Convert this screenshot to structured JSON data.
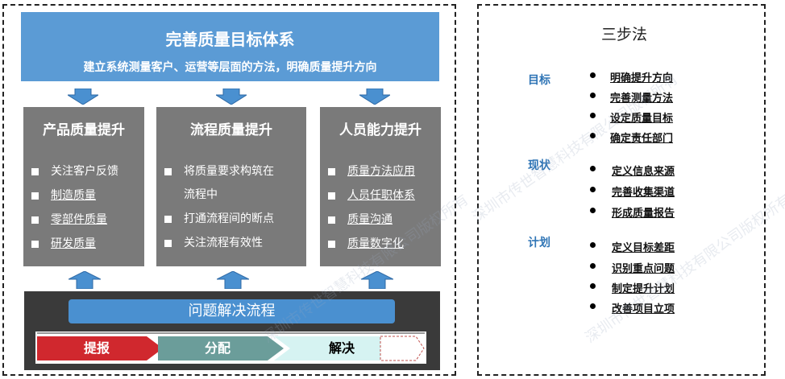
{
  "banner": {
    "title": "完善质量目标体系",
    "subtitle": "建立系统测量客户、运营等层面的方法，明确质量提升方向"
  },
  "columns": [
    {
      "title": "产品质量提升",
      "items": [
        {
          "text": "关注客户反馈",
          "underline": false
        },
        {
          "text": "制造质量",
          "underline": true
        },
        {
          "text": "零部件质量",
          "underline": true
        },
        {
          "text": "研发质量",
          "underline": true
        }
      ]
    },
    {
      "title": "流程质量提升",
      "items": [
        {
          "text": "将质量要求构筑在",
          "line2": "流程中",
          "underline": false
        },
        {
          "text": "打通流程间的断点",
          "underline": false
        },
        {
          "text": "关注流程有效性",
          "underline": false
        }
      ]
    },
    {
      "title": "人员能力提升",
      "items": [
        {
          "text": "质量方法应用",
          "underline": true
        },
        {
          "text": "人员任职体系",
          "underline": true
        },
        {
          "text": "质量沟通",
          "underline": true
        },
        {
          "text": "质量数字化",
          "underline": true
        }
      ]
    }
  ],
  "process": {
    "title": "问题解决流程",
    "steps": [
      {
        "label": "提报",
        "color": "#d0282e",
        "text_color": "#ffffff"
      },
      {
        "label": "分配",
        "color": "#6b9d9a",
        "text_color": "#ffffff"
      },
      {
        "label": "解决",
        "color": "#d6f3f2",
        "text_color": "#000000"
      }
    ]
  },
  "three_steps": {
    "title": "三步法",
    "groups": [
      {
        "label": "目标",
        "items": [
          "明确提升方向",
          "完善测量方法",
          "设定质量目标",
          "确定责任部门"
        ]
      },
      {
        "label": "现状",
        "items": [
          "定义信息来源",
          "完善收集渠道",
          "形成质量报告"
        ]
      },
      {
        "label": "计划",
        "items": [
          "定义目标差距",
          "识别重点问题",
          "制定提升计划",
          "改善项目立项"
        ]
      }
    ]
  },
  "watermark": "深圳市传世智慧科技有限公司版权所有",
  "colors": {
    "banner": "#5b9bd5",
    "column_bg": "#7a7a7a",
    "arrow": "#4a90d0",
    "label_blue": "#2e74b5",
    "bottom_bg": "#3a3a3a"
  }
}
